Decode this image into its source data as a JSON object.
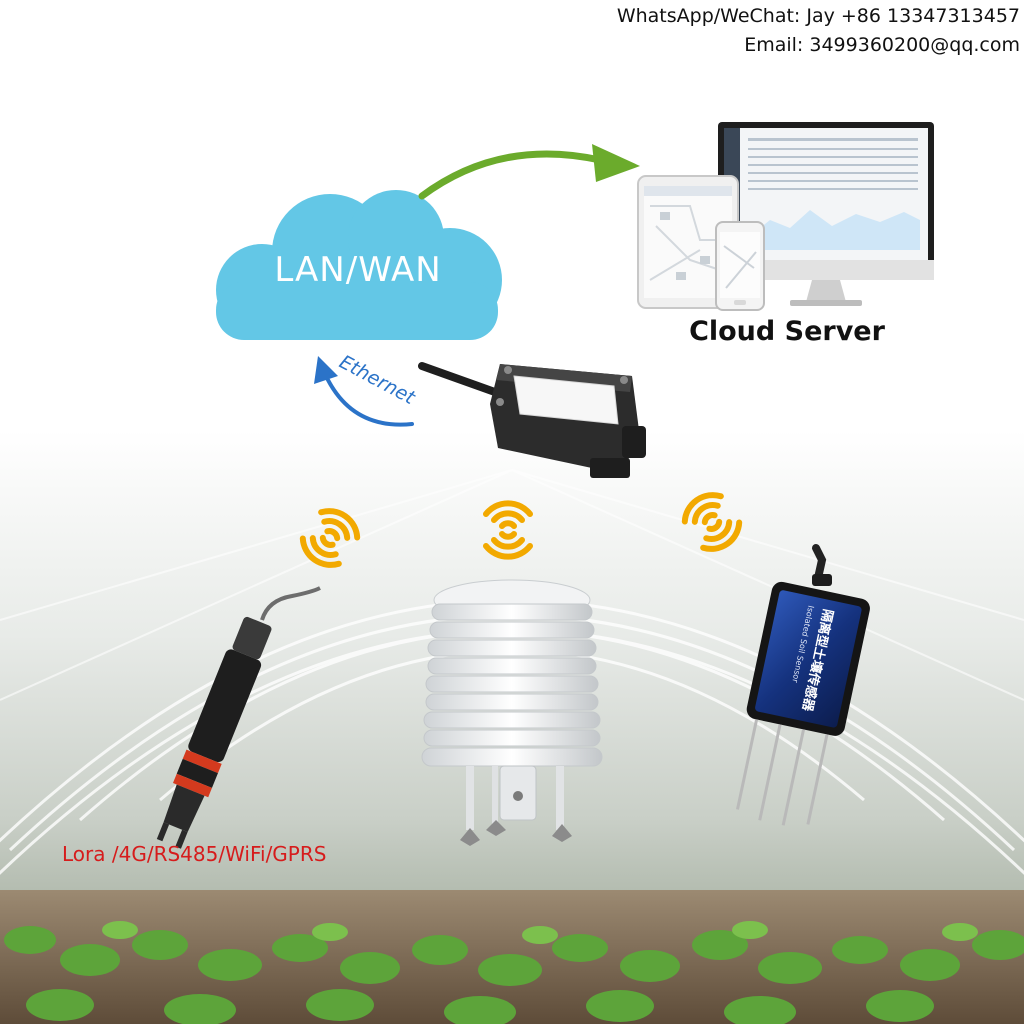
{
  "contact": {
    "line1": "WhatsApp/WeChat: Jay +86 13347313457",
    "line2": "Email: 3499360200@qq.com"
  },
  "network": {
    "cloud_label": "LAN/WAN",
    "link_label": "Ethernet",
    "server_label": "Cloud Server",
    "protocols_label": "Lora /4G/RS485/WiFi/GPRS"
  },
  "sensor_label": {
    "title": "隔离型土壤传感器",
    "subtitle": "Isolated Soil Sensor"
  },
  "colors": {
    "cloud": "#63c7e6",
    "arrow_green": "#6bab2c",
    "arrow_blue": "#2b73c8",
    "wifi_orange": "#f2a900",
    "protocols_red": "#d61c1c",
    "gateway_body": "#2c2c2c",
    "sensor_blue": "#1b3c8c"
  },
  "icons": [
    "cloud-icon",
    "desktop-monitor-icon",
    "tablet-icon",
    "phone-icon",
    "gateway-icon",
    "antenna-icon",
    "wifi-signal-icon",
    "ph-probe-icon",
    "weather-shield-icon",
    "soil-sensor-icon"
  ]
}
